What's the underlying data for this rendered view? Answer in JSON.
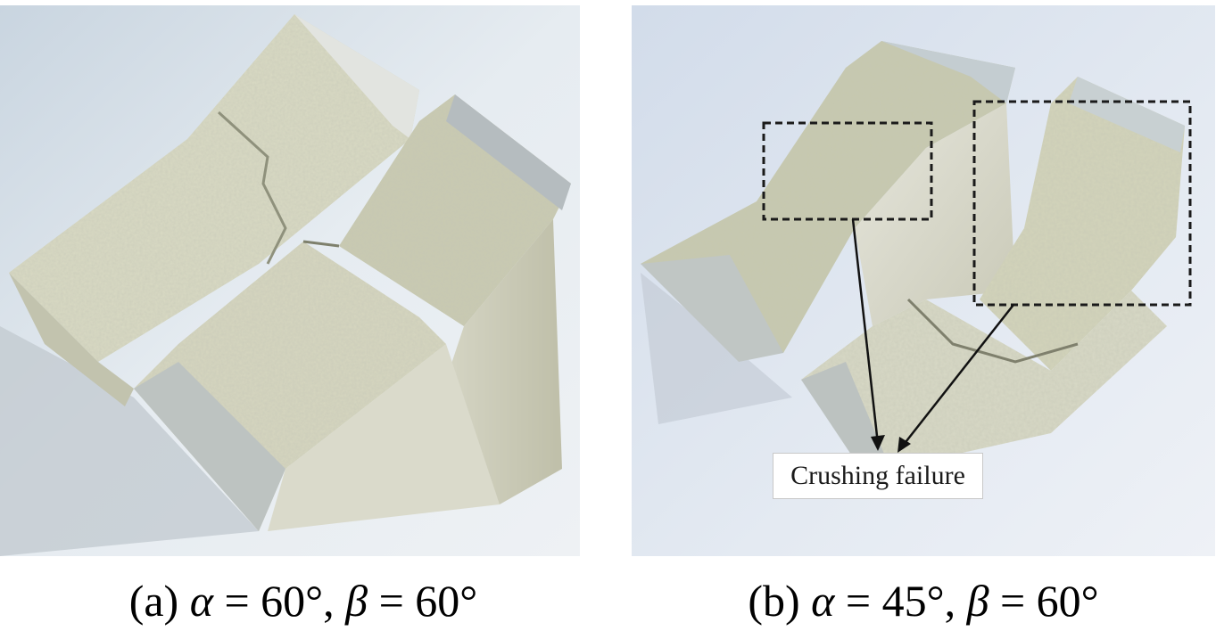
{
  "captions": {
    "a": {
      "prefix": "(a) ",
      "alpha_sym": "α",
      "alpha_val": " = 60°, ",
      "beta_sym": "β",
      "beta_val": " = 60°"
    },
    "b": {
      "prefix": "(b) ",
      "alpha_sym": "α",
      "alpha_val": " = 45°, ",
      "beta_sym": "β",
      "beta_val": " = 60°"
    }
  },
  "annotation": {
    "label": "Crushing failure"
  },
  "colors": {
    "background_a": "#e3e9ee",
    "background_b": "#dfe6ee",
    "stone_light": "#dcdcc6",
    "stone_mid": "#c6c7ad",
    "stone_dark": "#9d9f86",
    "face_smooth": "#e4e4da",
    "cap_grey": "#b9c0c0"
  }
}
